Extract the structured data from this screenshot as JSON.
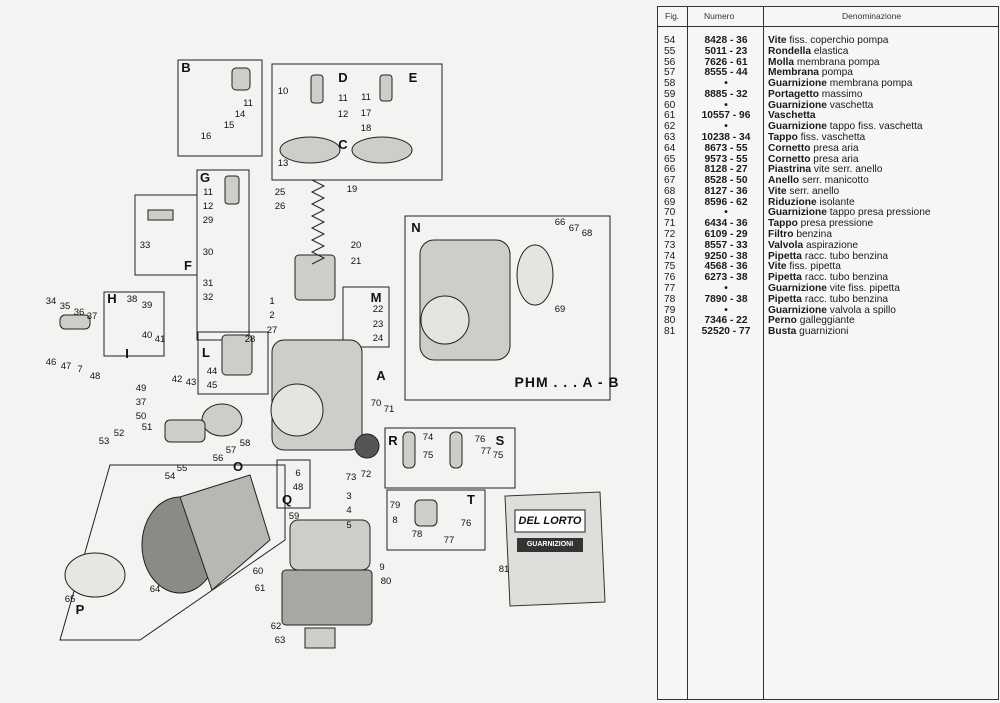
{
  "table": {
    "headers": {
      "fig": "Fig.",
      "numero": "Numero",
      "denominazione": "Denominazione"
    },
    "rows": [
      {
        "fig": "54",
        "numero": "8428 - 36",
        "name": "Vite",
        "desc": "fiss. coperchio pompa"
      },
      {
        "fig": "55",
        "numero": "5011 - 23",
        "name": "Rondella",
        "desc": "elastica"
      },
      {
        "fig": "56",
        "numero": "7626 - 61",
        "name": "Molla",
        "desc": "membrana pompa"
      },
      {
        "fig": "57",
        "numero": "8555 - 44",
        "name": "Membrana",
        "desc": "pompa"
      },
      {
        "fig": "58",
        "numero": "•",
        "name": "Guarnizione",
        "desc": "membrana pompa"
      },
      {
        "fig": "59",
        "numero": "8885 - 32",
        "name": "Portagetto",
        "desc": "massimo"
      },
      {
        "fig": "60",
        "numero": "•",
        "name": "Guarnizione",
        "desc": "vaschetta"
      },
      {
        "fig": "61",
        "numero": "10557 - 96",
        "name": "Vaschetta",
        "desc": ""
      },
      {
        "fig": "62",
        "numero": "•",
        "name": "Guarnizione",
        "desc": "tappo fiss. vaschetta"
      },
      {
        "fig": "63",
        "numero": "10238 - 34",
        "name": "Tappo",
        "desc": "fiss. vaschetta"
      },
      {
        "fig": "64",
        "numero": "8673 - 55",
        "name": "Cornetto",
        "desc": "presa aria"
      },
      {
        "fig": "65",
        "numero": "9573 - 55",
        "name": "Cornetto",
        "desc": "presa aria"
      },
      {
        "fig": "66",
        "numero": "8128 - 27",
        "name": "Piastrina",
        "desc": "vite serr. anello"
      },
      {
        "fig": "67",
        "numero": "8528 - 50",
        "name": "Anello",
        "desc": "serr. manicotto"
      },
      {
        "fig": "68",
        "numero": "8127 - 36",
        "name": "Vite",
        "desc": "serr. anello"
      },
      {
        "fig": "69",
        "numero": "8596 - 62",
        "name": "Riduzione",
        "desc": "isolante"
      },
      {
        "fig": "70",
        "numero": "•",
        "name": "Guarnizione",
        "desc": "tappo presa pressione"
      },
      {
        "fig": "71",
        "numero": "6434 - 36",
        "name": "Tappo",
        "desc": "presa pressione"
      },
      {
        "fig": "72",
        "numero": "6109 - 29",
        "name": "Filtro",
        "desc": "benzina"
      },
      {
        "fig": "73",
        "numero": "8557 - 33",
        "name": "Valvola",
        "desc": "aspirazione"
      },
      {
        "fig": "74",
        "numero": "9250 - 38",
        "name": "Pipetta",
        "desc": "racc. tubo benzina"
      },
      {
        "fig": "75",
        "numero": "4568 - 36",
        "name": "Vite",
        "desc": "fiss. pipetta"
      },
      {
        "fig": "76",
        "numero": "6273 - 38",
        "name": "Pipetta",
        "desc": "racc. tubo benzina"
      },
      {
        "fig": "77",
        "numero": "•",
        "name": "Guarnizione",
        "desc": "vite fiss. pipetta"
      },
      {
        "fig": "78",
        "numero": "7890 - 38",
        "name": "Pipetta",
        "desc": "racc. tubo benzina"
      },
      {
        "fig": "79",
        "numero": "•",
        "name": "Guarnizione",
        "desc": "valvola a spillo"
      },
      {
        "fig": "80",
        "numero": "7346 - 22",
        "name": "Perno",
        "desc": "galleggiante"
      },
      {
        "fig": "81",
        "numero": "52520 - 77",
        "name": "Busta",
        "desc": "guarnizioni"
      }
    ]
  },
  "diagram": {
    "model_label": "PHM . . . A - B",
    "package_brand": "DEL LORTO",
    "package_text": "GUARNIZIONI",
    "callouts": [
      "B",
      "11",
      "14",
      "15",
      "16",
      "10",
      "D",
      "11",
      "12",
      "E",
      "11",
      "17",
      "18",
      "C",
      "13",
      "19",
      "25",
      "26",
      "G",
      "11",
      "12",
      "29",
      "30",
      "31",
      "32",
      "F",
      "33",
      "20",
      "21",
      "1",
      "2",
      "27",
      "M",
      "22",
      "23",
      "24",
      "H",
      "38",
      "39",
      "40",
      "41",
      "I",
      "34",
      "35",
      "36",
      "37",
      "46",
      "47",
      "7",
      "48",
      "L",
      "28",
      "44",
      "45",
      "42",
      "43",
      "49",
      "37",
      "50",
      "51",
      "52",
      "53",
      "55",
      "54",
      "56",
      "57",
      "58",
      "A",
      "70",
      "71",
      "72",
      "73",
      "6",
      "48",
      "Q",
      "3",
      "4",
      "5",
      "59",
      "O",
      "64",
      "65",
      "P",
      "60",
      "61",
      "62",
      "63",
      "9",
      "80",
      "N",
      "66",
      "67",
      "68",
      "69",
      "R",
      "74",
      "75",
      "S",
      "76",
      "77",
      "75",
      "79",
      "8",
      "78",
      "77",
      "76",
      "T",
      "81"
    ]
  }
}
